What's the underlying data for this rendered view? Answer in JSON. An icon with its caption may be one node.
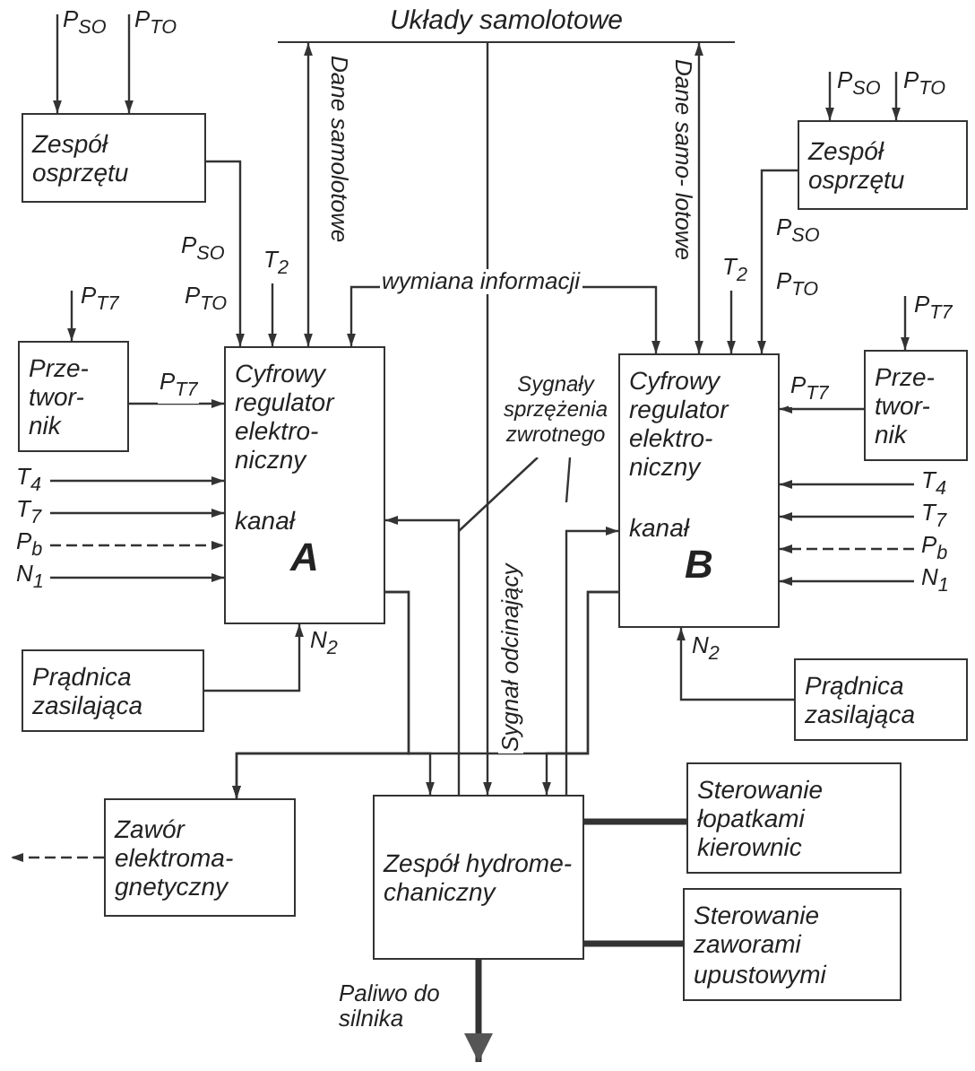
{
  "diagram": {
    "nodes": [
      {
        "text": [
          "Układy samolotowe"
        ]
      },
      {
        "text": [
          "Zespół osprzętu"
        ]
      },
      {
        "text": [
          "Zespół osprzętu"
        ]
      },
      {
        "text": [
          "Prze- twor- nik"
        ]
      },
      {
        "text": [
          "Prze- twor- nik"
        ]
      },
      {
        "text": [
          "Cyfrowy regulator elektro- niczny",
          "kanał",
          "A"
        ]
      },
      {
        "text": [
          "Cyfrowy regulator elektro- niczny",
          "kanał",
          "B"
        ]
      },
      {
        "text": [
          "Prądnica zasilająca"
        ]
      },
      {
        "text": [
          "Prądnica zasilająca"
        ]
      },
      {
        "text": [
          "Zawór elektroma- gnetyczny"
        ]
      },
      {
        "text": [
          "Zespół hydrome- chaniczny"
        ]
      },
      {
        "text": [
          "Sterowanie łopatkami kierownic"
        ]
      },
      {
        "text": [
          "Sterowanie zaworami upustowymi"
        ]
      },
      {
        "text": [
          "Sygnały sprzężenia zwrotnego"
        ]
      }
    ],
    "edges": [
      {
        "from": null,
        "to": 1,
        "arrow": "to",
        "label": "P$_{SO}$"
      },
      {
        "from": null,
        "to": 1,
        "arrow": "to",
        "label": "P$_{TO}$"
      },
      {
        "from": 1,
        "to": 5,
        "arrow": "to"
      },
      {
        "from": null,
        "to": 5,
        "arrow": "to",
        "label": "T$_{2}$"
      },
      {
        "from": 5,
        "to": 0,
        "arrow": "both",
        "label": "Dane samolotowe"
      },
      {
        "from": 5,
        "to": 6,
        "arrow": "both",
        "label": "wymiana informacji"
      },
      {
        "from": null,
        "to": 2,
        "arrow": "to",
        "label": "P$_{SO}$"
      },
      {
        "from": null,
        "to": 2,
        "arrow": "to",
        "label": "P$_{TO}$"
      },
      {
        "from": 2,
        "to": 6,
        "arrow": "to"
      },
      {
        "from": null,
        "to": 6,
        "arrow": "to",
        "label": "T$_{2}$"
      },
      {
        "from": 6,
        "to": 0,
        "arrow": "both",
        "label": "Dane samo- lotowe"
      },
      {
        "from": null,
        "to": 3,
        "arrow": "to",
        "label": "P$_{T7}$"
      },
      {
        "from": 3,
        "to": 5,
        "arrow": "to",
        "label": "P$_{T7}$"
      },
      {
        "from": null,
        "to": 4,
        "arrow": "to",
        "label": "P$_{T7}$"
      },
      {
        "from": 4,
        "to": 6,
        "arrow": "to",
        "label": "P$_{T7}$"
      },
      {
        "from": null,
        "to": 5,
        "arrow": "to",
        "label": "T$_{4}$"
      },
      {
        "from": null,
        "to": 5,
        "arrow": "to",
        "label": "T$_{7}$"
      },
      {
        "from": null,
        "to": 5,
        "arrow": "to",
        "label": "P$_{b}$",
        "style": "dashed"
      },
      {
        "from": null,
        "to": 5,
        "arrow": "to",
        "label": "N$_{1}$"
      },
      {
        "from": null,
        "to": 6,
        "arrow": "to",
        "label": "T$_{4}$"
      },
      {
        "from": null,
        "to": 6,
        "arrow": "to",
        "label": "T$_{7}$"
      },
      {
        "from": null,
        "to": 6,
        "arrow": "to",
        "label": "P$_{b}$",
        "style": "dashed"
      },
      {
        "from": null,
        "to": 6,
        "arrow": "to",
        "label": "N$_{1}$"
      },
      {
        "from": 7,
        "to": 5,
        "arrow": "to",
        "label": "N$_{2}$"
      },
      {
        "from": 8,
        "to": 6,
        "arrow": "to",
        "label": "N$_{2}$"
      },
      {
        "from": 5,
        "to": 9,
        "arrow": "to"
      },
      {
        "from": 5,
        "to": 10,
        "arrow": "to"
      },
      {
        "from": 6,
        "to": 10,
        "arrow": "to"
      },
      {
        "from": 6,
        "to": 9,
        "arrow": "to"
      },
      {
        "from": 0,
        "to": 10,
        "arrow": "to",
        "label": "Sygnał odcinający"
      },
      {
        "from": 10,
        "to": 5,
        "arrow": "to"
      },
      {
        "from": 10,
        "to": 6,
        "arrow": "to"
      },
      {
        "from": 13,
        "to": null,
        "arrow": "none"
      },
      {
        "from": 13,
        "to": null,
        "arrow": "none"
      },
      {
        "from": 9,
        "to": null,
        "arrow": "to",
        "style": "dashed"
      },
      {
        "from": 10,
        "to": 11,
        "arrow": "none",
        "style": "thick"
      },
      {
        "from": 10,
        "to": 12,
        "arrow": "none",
        "style": "thick"
      },
      {
        "from": 10,
        "to": null,
        "arrow": "to",
        "label": "Paliwo do silnika",
        "style": "thick"
      }
    ],
    "labels": [
      "P$_{SO}$",
      "P$_{TO}$",
      "P$_{SO}$",
      "P$_{TO}$"
    ]
  }
}
